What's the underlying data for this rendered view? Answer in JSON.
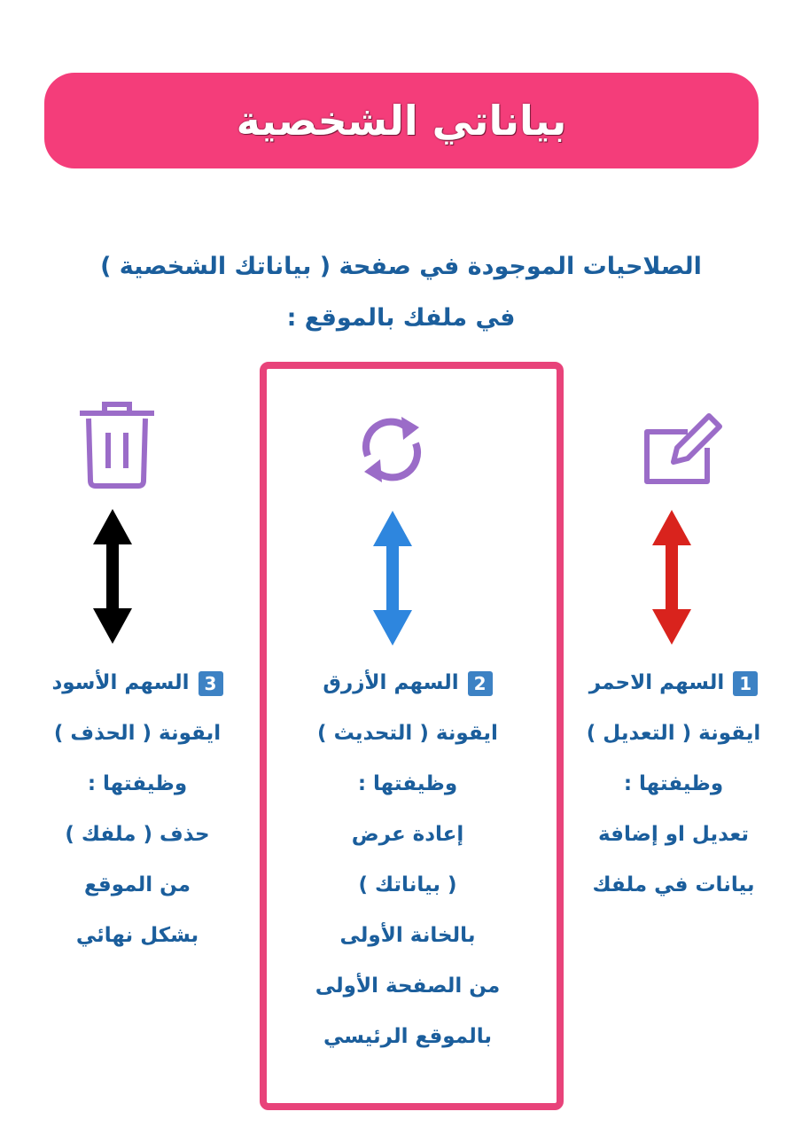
{
  "title": "بياناتي الشخصية",
  "intro": [
    "الصلاحيات الموجودة في صفحة ( بياناتك الشخصية )",
    "في ملفك بالموقع :"
  ],
  "colors": {
    "banner": "#f43d7a",
    "text": "#1b5e9c",
    "box": "#e8437a",
    "icon": "#9b6cc8",
    "red": "#d9231d",
    "blue": "#2e86de",
    "black": "#000000"
  },
  "columns": [
    {
      "number": "1",
      "heading": "السهم الاحمر",
      "lines": [
        "ايقونة ( التعديل )",
        "وظيفتها :",
        "تعديل او إضافة",
        "بيانات في ملفك"
      ],
      "icon": "edit-icon"
    },
    {
      "number": "2",
      "heading": "السهم الأزرق",
      "lines": [
        "ايقونة ( التحديث )",
        "وظيفتها :",
        "إعادة عرض",
        "( بياناتك )",
        "بالخانة الأولى",
        "من الصفحة الأولى",
        "بالموقع الرئيسي"
      ],
      "icon": "refresh-icon"
    },
    {
      "number": "3",
      "heading": "السهم الأسود",
      "lines": [
        "ايقونة ( الحذف )",
        "وظيفتها :",
        "حذف ( ملفك )",
        "من الموقع",
        "بشكل نهائي"
      ],
      "icon": "trash-icon"
    }
  ]
}
